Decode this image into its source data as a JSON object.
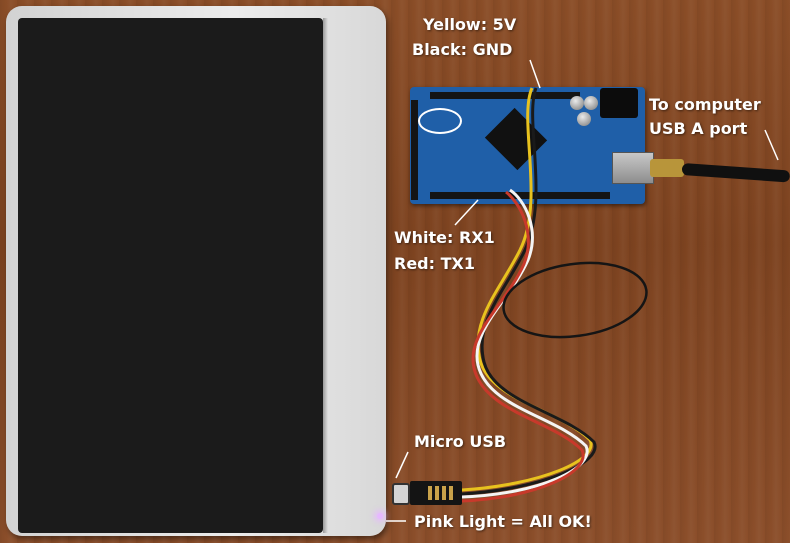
{
  "annotations": {
    "yellow_wire": "Yellow: 5V",
    "black_wire": "Black: GND",
    "usb_host_line1": "To computer",
    "usb_host_line2": "USB A port",
    "white_wire": "White: RX1",
    "red_wire": "Red: TX1",
    "micro_usb": "Micro USB",
    "status_light": "Pink Light = All OK!"
  },
  "colors": {
    "yellow_wire": "#e8c21e",
    "black_wire": "#1a1a1a",
    "white_wire": "#f4f4f4",
    "red_wire": "#c8392b",
    "status_light": "#e6b8ff",
    "board": "#1f5fa8"
  },
  "objects": [
    "tablet",
    "arduino-mega-board",
    "usb-cable",
    "serial-adapter"
  ]
}
